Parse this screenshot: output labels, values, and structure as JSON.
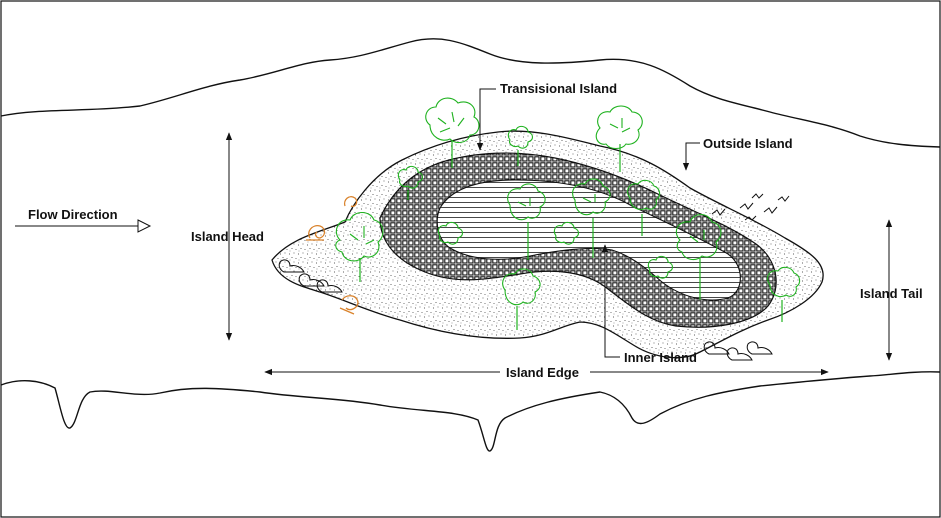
{
  "labels": {
    "flow_direction": "Flow Direction",
    "island_head": "Island Head",
    "transitional_island": "Transisional Island",
    "outside_island": "Outside Island",
    "island_tail": "Island Tail",
    "inner_island": "Inner Island",
    "island_edge": "Island Edge"
  },
  "colors": {
    "vegetation": "#1fb21f",
    "wildlife": "#d9822b",
    "linework": "#111111"
  },
  "icons": {
    "trees": "tree-icon",
    "birds": "bird-icon",
    "ducks": "duck-icon",
    "snails": "snail-icon"
  }
}
